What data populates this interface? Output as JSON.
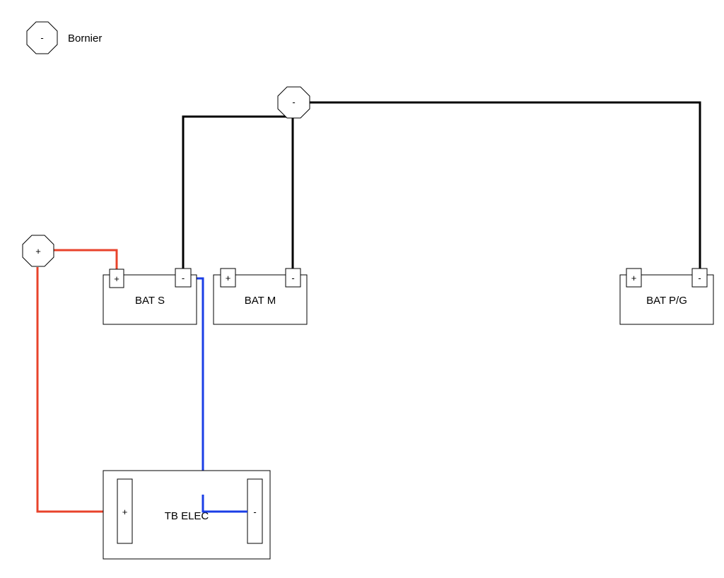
{
  "legend": {
    "symbol": "-",
    "label": "Bornier"
  },
  "bornier_negative": {
    "symbol": "-"
  },
  "bornier_positive": {
    "symbol": "+"
  },
  "batteries": [
    {
      "label": "BAT S",
      "plus": "+",
      "minus": "-"
    },
    {
      "label": "BAT M",
      "plus": "+",
      "minus": "-"
    },
    {
      "label": "BAT P/G",
      "plus": "+",
      "minus": "-"
    }
  ],
  "tb_elec": {
    "label": "TB ELEC",
    "plus": "+",
    "minus": "-"
  },
  "colors": {
    "positive_wire": "#e8432b",
    "negative_wire": "#000000",
    "tb_negative_wire": "#1a3ee6"
  }
}
